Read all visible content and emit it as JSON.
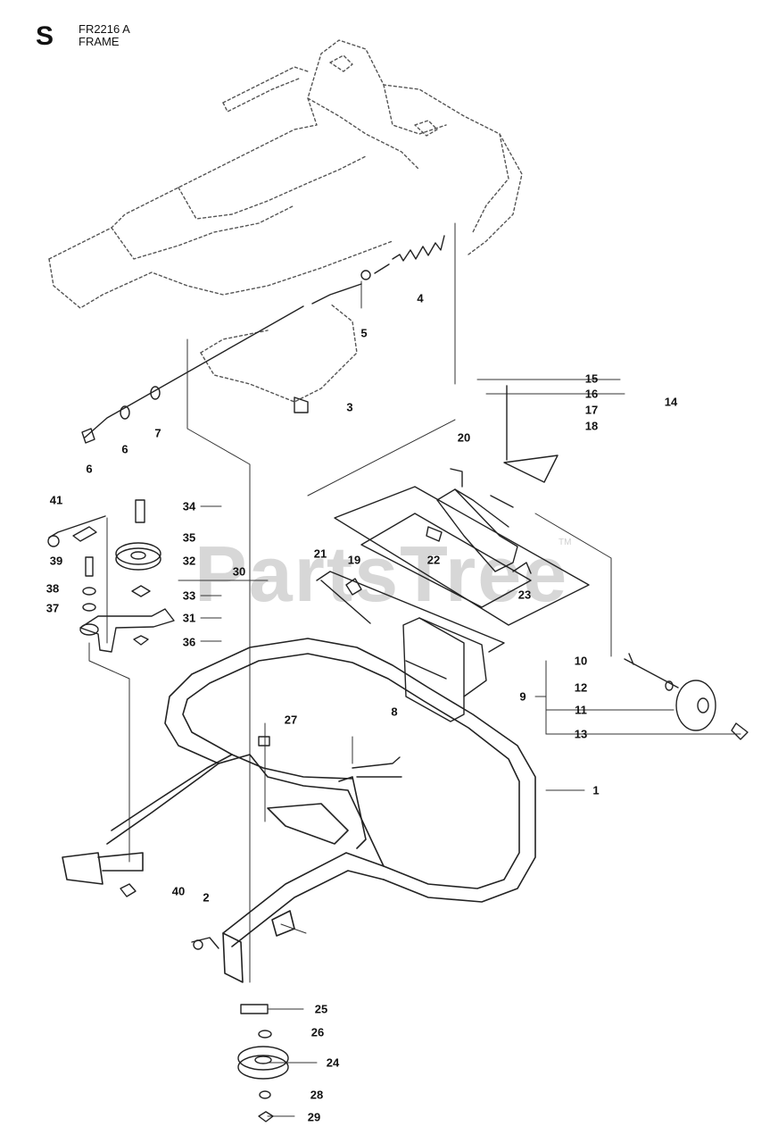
{
  "header": {
    "section_letter": "S",
    "model": "FR2216 A",
    "title": "FRAME"
  },
  "watermark": {
    "text": "PartsTree",
    "tm": "TM",
    "color": "#d7d7d7"
  },
  "callouts": [
    {
      "id": "1",
      "label": "1"
    },
    {
      "id": "2",
      "label": "2"
    },
    {
      "id": "3",
      "label": "3"
    },
    {
      "id": "4",
      "label": "4"
    },
    {
      "id": "5",
      "label": "5"
    },
    {
      "id": "6a",
      "label": "6"
    },
    {
      "id": "6b",
      "label": "6"
    },
    {
      "id": "7",
      "label": "7"
    },
    {
      "id": "8",
      "label": "8"
    },
    {
      "id": "9",
      "label": "9"
    },
    {
      "id": "10",
      "label": "10"
    },
    {
      "id": "11",
      "label": "11"
    },
    {
      "id": "12",
      "label": "12"
    },
    {
      "id": "13",
      "label": "13"
    },
    {
      "id": "14",
      "label": "14"
    },
    {
      "id": "15",
      "label": "15"
    },
    {
      "id": "16",
      "label": "16"
    },
    {
      "id": "17",
      "label": "17"
    },
    {
      "id": "18",
      "label": "18"
    },
    {
      "id": "19",
      "label": "19"
    },
    {
      "id": "20",
      "label": "20"
    },
    {
      "id": "21",
      "label": "21"
    },
    {
      "id": "22",
      "label": "22"
    },
    {
      "id": "23",
      "label": "23"
    },
    {
      "id": "24",
      "label": "24"
    },
    {
      "id": "25",
      "label": "25"
    },
    {
      "id": "26",
      "label": "26"
    },
    {
      "id": "27",
      "label": "27"
    },
    {
      "id": "28",
      "label": "28"
    },
    {
      "id": "29",
      "label": "29"
    },
    {
      "id": "30",
      "label": "30"
    },
    {
      "id": "31",
      "label": "31"
    },
    {
      "id": "32",
      "label": "32"
    },
    {
      "id": "33",
      "label": "33"
    },
    {
      "id": "34",
      "label": "34"
    },
    {
      "id": "35",
      "label": "35"
    },
    {
      "id": "36",
      "label": "36"
    },
    {
      "id": "37",
      "label": "37"
    },
    {
      "id": "38",
      "label": "38"
    },
    {
      "id": "39",
      "label": "39"
    },
    {
      "id": "40",
      "label": "40"
    },
    {
      "id": "41",
      "label": "41"
    }
  ]
}
